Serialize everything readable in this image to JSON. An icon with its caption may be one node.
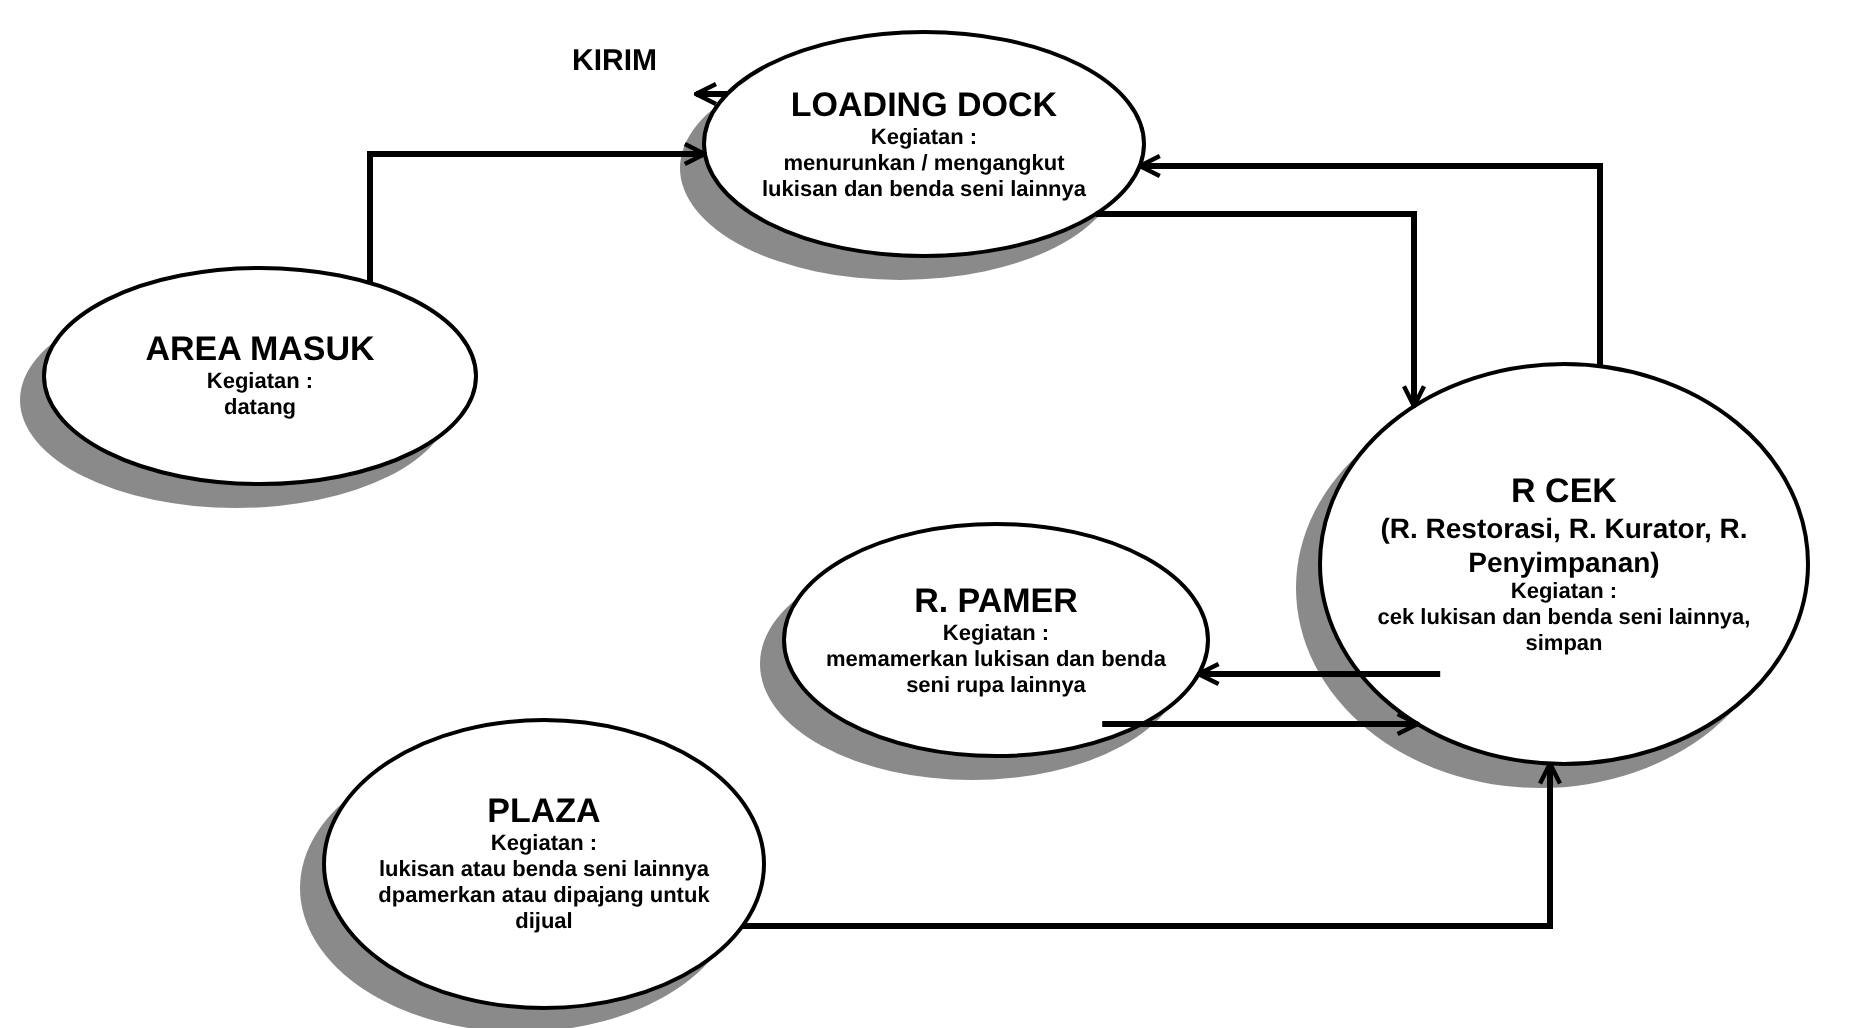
{
  "diagram": {
    "nodes": [
      {
        "text": [
          "KIRIM"
        ]
      },
      {
        "text": [
          "LOADING DOCK",
          "Kegiatan :",
          "menurunkan / mengangkut lukisan dan benda seni lainnya"
        ]
      },
      {
        "text": [
          "AREA MASUK",
          "Kegiatan :",
          "datang"
        ]
      },
      {
        "text": [
          "R CEK",
          "(R. Restorasi, R. Kurator, R. Penyimpanan)",
          "Kegiatan :",
          "cek lukisan dan benda seni lainnya, simpan"
        ]
      },
      {
        "text": [
          "R. PAMER",
          "Kegiatan :",
          "memamerkan lukisan dan benda seni rupa lainnya"
        ]
      },
      {
        "text": [
          "PLAZA",
          "Kegiatan :",
          "lukisan atau benda seni lainnya dpamerkan atau dipajang untuk dijual"
        ]
      }
    ],
    "edges": [
      {
        "from": 1,
        "to": 0,
        "arrow": "to"
      },
      {
        "from": 2,
        "to": 1,
        "arrow": "to"
      },
      {
        "from": 1,
        "to": 3,
        "arrow": "to"
      },
      {
        "from": 3,
        "to": 1,
        "arrow": "to"
      },
      {
        "from": 3,
        "to": 4,
        "arrow": "to"
      },
      {
        "from": 4,
        "to": 3,
        "arrow": "to"
      },
      {
        "from": 5,
        "to": 3,
        "arrow": "to"
      }
    ]
  }
}
